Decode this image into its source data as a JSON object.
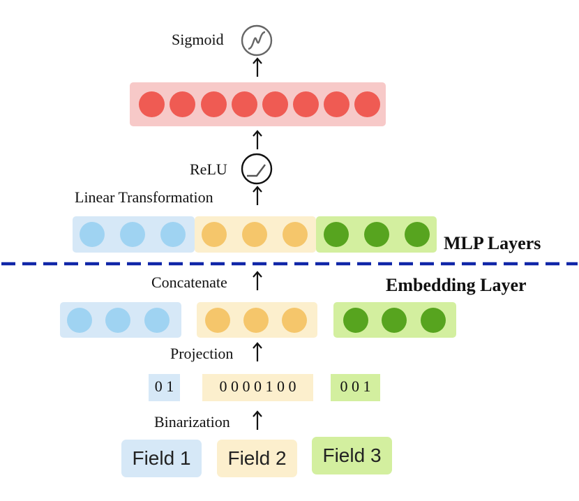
{
  "labels": {
    "sigmoid": "Sigmoid",
    "relu": "ReLU",
    "linear_transformation": "Linear Transformation",
    "mlp_layers": "MLP Layers",
    "embedding_layer": "Embedding Layer",
    "concatenate": "Concatenate",
    "projection": "Projection",
    "binarization": "Binarization"
  },
  "binary_codes": {
    "field1": "0 1",
    "field2": "0 0 0 0 1 0 0",
    "field3": "0 0 1"
  },
  "fields": [
    "Field 1",
    "Field 2",
    "Field 3"
  ],
  "colors": {
    "output_node": "#ef5b53",
    "output_bg": "#f7c9c8",
    "blue_node": "#9fd3f2",
    "blue_bg": "#d6e8f7",
    "yellow_node": "#f5c66b",
    "yellow_bg": "#fcefcd",
    "green_node": "#57a41f",
    "green_bg": "#d3ef9f",
    "divider": "#1026a8"
  }
}
